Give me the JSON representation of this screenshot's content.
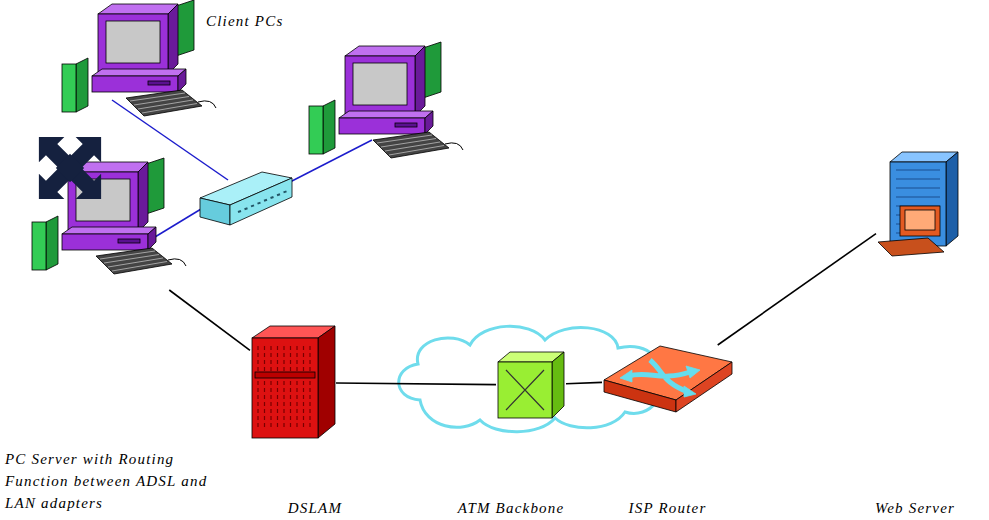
{
  "diagram": {
    "nodes": [
      {
        "text": [
          "PC Server with Routing Function between ADSL and LAN adapters"
        ]
      },
      {
        "text": [
          "DSLAM"
        ]
      },
      {
        "text": [
          "ATM Backbone"
        ]
      },
      {
        "text": [
          "ISP Router"
        ]
      },
      {
        "text": [
          "Web Server"
        ]
      }
    ],
    "edges": [
      {
        "from": 0,
        "to": 1,
        "arrow": "none"
      },
      {
        "from": 1,
        "to": 2,
        "arrow": "none"
      },
      {
        "from": 2,
        "to": 3,
        "arrow": "none"
      },
      {
        "from": 3,
        "to": 4,
        "arrow": "none"
      }
    ],
    "labels": [
      "Client PCs"
    ]
  }
}
